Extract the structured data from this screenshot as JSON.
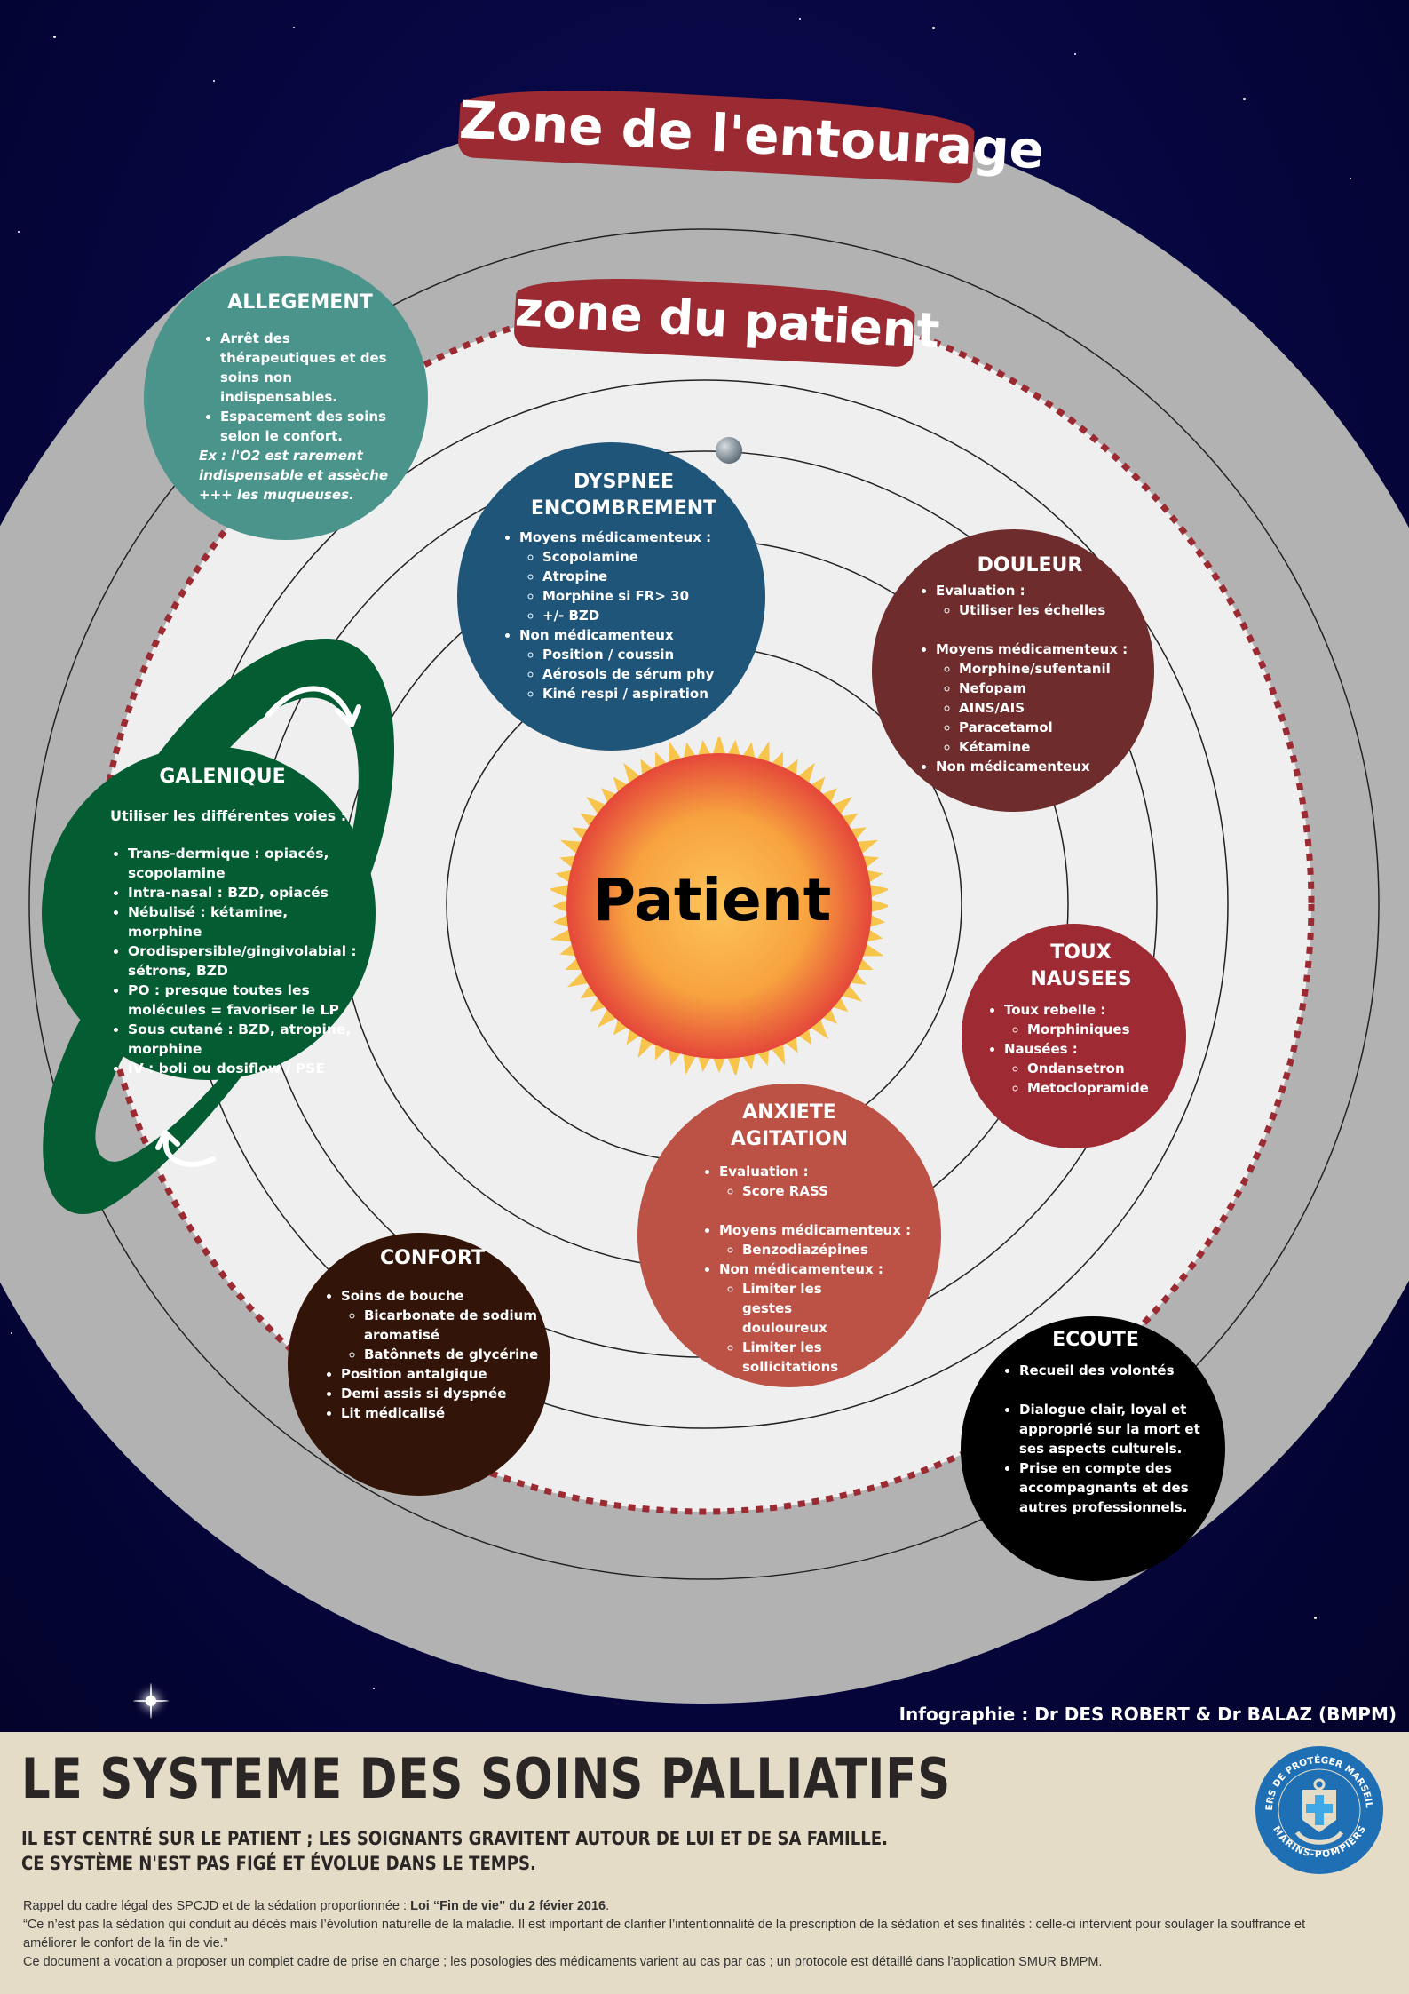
{
  "zones": {
    "outer": "Zone de l'entourage",
    "inner": "zone du patient"
  },
  "center": {
    "label": "Patient"
  },
  "colors": {
    "banner": "#9b2a32",
    "outer_ring": "#b2b2b2",
    "inner_zone": "#efefef",
    "background": "#06063f",
    "footer": "#e4dcc7"
  },
  "bubbles": {
    "allegement": {
      "title": "ALLEGEMENT",
      "items": [
        "Arrêt des thérapeutiques et des soins non indispensables.",
        "Espacement des soins selon le confort."
      ],
      "note": "Ex : l'O2 est rarement indispensable et assèche +++ les muqueuses."
    },
    "dyspnee": {
      "title_line1": "DYSPNEE",
      "title_line2": "ENCOMBREMENT",
      "groups": [
        {
          "label": "Moyens médicamenteux :",
          "sub": [
            "Scopolamine",
            "Atropine",
            "Morphine si FR> 30",
            "+/- BZD"
          ]
        },
        {
          "label": "Non médicamenteux",
          "sub": [
            "Position / coussin",
            "Aérosols de sérum phy",
            "Kiné respi / aspiration"
          ]
        }
      ]
    },
    "douleur": {
      "title": "DOULEUR",
      "groups": [
        {
          "label": "Evaluation :",
          "sub": [
            "Utiliser les échelles"
          ]
        },
        {
          "label": "Moyens médicamenteux :",
          "sub": [
            "Morphine/sufentanil",
            "Nefopam",
            "AINS/AIS",
            "Paracetamol",
            "Kétamine"
          ]
        },
        {
          "label": "Non médicamenteux",
          "sub": []
        }
      ]
    },
    "toux": {
      "title_line1": "TOUX",
      "title_line2": "NAUSEES",
      "groups": [
        {
          "label": "Toux rebelle :",
          "sub": [
            "Morphiniques"
          ]
        },
        {
          "label": "Nausées :",
          "sub": [
            "Ondansetron",
            "Metoclopramide"
          ]
        }
      ]
    },
    "anxiete": {
      "title_line1": "ANXIETE",
      "title_line2": "AGITATION",
      "groups": [
        {
          "label": "Evaluation :",
          "sub": [
            "Score RASS"
          ]
        },
        {
          "label": "Moyens médicamenteux :",
          "sub": [
            "Benzodiazépines"
          ]
        },
        {
          "label": "Non médicamenteux :",
          "sub": [
            "Limiter les gestes douloureux",
            "Limiter les sollicitations"
          ]
        }
      ]
    },
    "confort": {
      "title": "CONFORT",
      "groups": [
        {
          "label": "Soins de bouche",
          "sub": [
            "Bicarbonate de sodium aromatisé",
            "Batônnets de glycérine"
          ]
        },
        {
          "label": "Position antalgique",
          "sub": []
        },
        {
          "label": "Demi assis si dyspnée",
          "sub": []
        },
        {
          "label": "Lit médicalisé",
          "sub": []
        }
      ]
    },
    "ecoute": {
      "title": "ECOUTE",
      "items": [
        "Recueil des volontés",
        "Dialogue clair, loyal et approprié sur la mort et ses aspects culturels.",
        "Prise en compte des accompagnants et des autres professionnels."
      ]
    },
    "galenique": {
      "title": "GALENIQUE",
      "intro": "Utiliser les différentes voies :",
      "items": [
        "Trans-dermique : opiacés, scopolamine",
        "Intra-nasal : BZD, opiacés",
        "Nébulisé : kétamine, morphine",
        "Orodispersible/gingivolabial : sétrons, BZD",
        "PO : presque toutes les molécules = favoriser le LP",
        "Sous cutané : BZD, atropine, morphine",
        "IV : boli ou dosiflow / PSE"
      ]
    }
  },
  "credit": "Infographie : Dr DES ROBERT & Dr BALAZ (BMPM)",
  "footer": {
    "title": "LE SYSTEME DES SOINS PALLIATIFS",
    "subtitle_line1": "Il est centré sur le patient ; les soignants gravitent autour de lui et de sa famille.",
    "subtitle_line2": "Ce système n'est pas figé et évolue dans le temps.",
    "line1_prefix": "Rappel du cadre légal des SPCJD et de la sédation proportionnée : ",
    "line1_law": "Loi “Fin de vie” du 2 févier 2016",
    "line1_suffix": ".",
    "line2": "“Ce n’est pas la sédation qui conduit au décès mais l’évolution naturelle de la maladie. Il est important de clarifier l’intentionnalité de la prescription de la sédation et ses finalités : celle-ci intervient pour soulager la souffrance et améliorer le confort de la fin de vie.”",
    "line3": "Ce document a vocation a proposer un complet cadre de prise en charge ; les posologies des médicaments varient au cas par cas ; un protocole est détaillé dans l’application SMUR BMPM."
  },
  "logo": {
    "top_text": "FIERS DE PROTÉGER MARSEILLE",
    "bottom_text": "MARINS-POMPIERS",
    "color": "#1f6fb5"
  }
}
